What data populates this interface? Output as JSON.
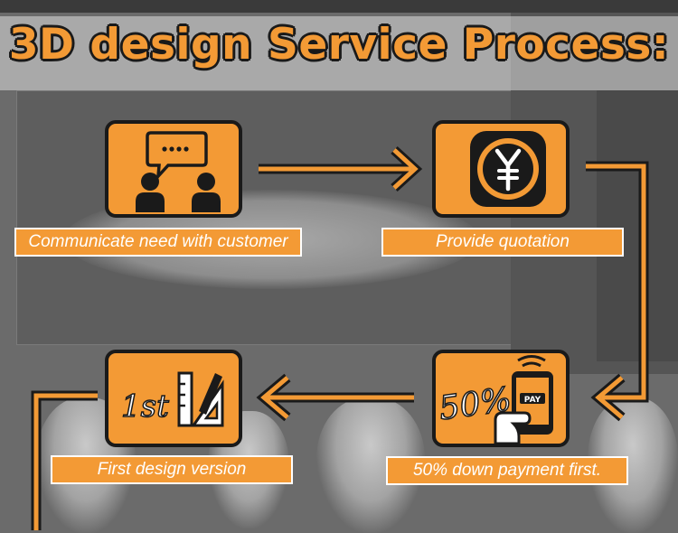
{
  "title": "3D design Service Process:",
  "colors": {
    "accent": "#f39a35",
    "outline": "#1a1a1a",
    "label_text": "#ffffff"
  },
  "steps": [
    {
      "label": "Communicate need with customer",
      "icon": "chat-people-icon"
    },
    {
      "label": "Provide quotation",
      "icon": "yuan-coin-icon"
    },
    {
      "label": "50% down payment first.",
      "icon": "mobile-payment-icon",
      "icon_text": "50%",
      "pay_text": "PAY"
    },
    {
      "label": "First design version",
      "icon": "design-tools-icon",
      "icon_text": "1st"
    }
  ]
}
